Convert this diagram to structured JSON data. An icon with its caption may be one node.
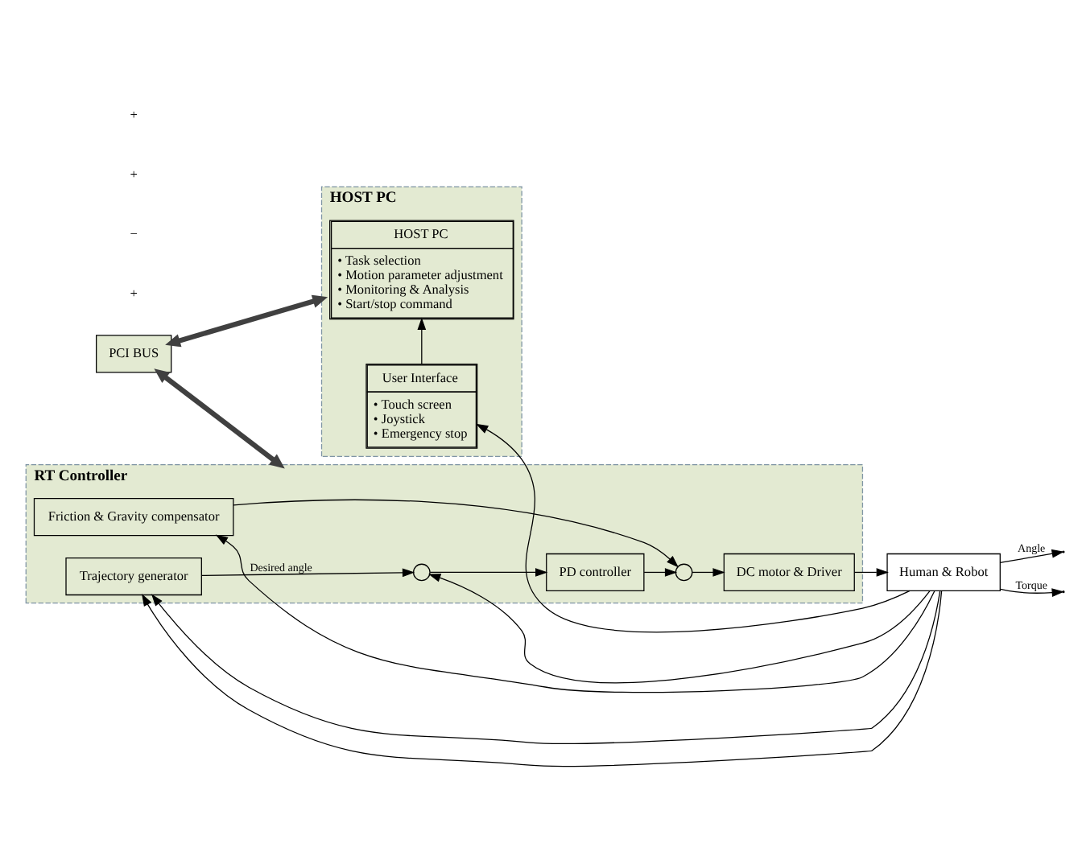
{
  "diagram": {
    "nodes": [
      {
        "text": [
          "PCI BUS"
        ]
      },
      {
        "text": [
          "HOST PC"
        ]
      },
      {
        "text": [
          "HOST PC",
          "• Task selection",
          "• Motion parameter adjustment",
          "• Monitoring & Analysis",
          "• Start/stop command"
        ],
        "in": 1
      },
      {
        "text": [
          "User Interface",
          "• Touch screen",
          "• Joystick",
          "• Emergency stop"
        ],
        "in": 1
      },
      {
        "text": [
          "RT Controller"
        ]
      },
      {
        "text": [],
        "shape": "circle",
        "in": 4
      },
      {
        "text": [
          "PD controller"
        ],
        "in": 4
      },
      {
        "text": [],
        "shape": "circle",
        "in": 4
      },
      {
        "text": [
          "DC motor & Driver"
        ],
        "in": 4
      },
      {
        "text": [
          "Friction & Gravity compensator"
        ],
        "in": 4
      },
      {
        "text": [
          "Trajectory generator"
        ],
        "in": 4
      },
      {
        "text": [
          "Human & Robot"
        ]
      }
    ],
    "edges": [
      {
        "from": 0,
        "to": 1,
        "arrow": "both",
        "style": "thick",
        "color": "#404040"
      },
      {
        "from": 0,
        "to": 4,
        "arrow": "both",
        "style": "thick",
        "color": "#404040"
      },
      {
        "from": 3,
        "to": 2,
        "arrow": "to"
      },
      {
        "from": 11,
        "to": 3,
        "arrow": "to"
      },
      {
        "from": 10,
        "to": 5,
        "arrow": "to",
        "label": "Desired angle"
      },
      {
        "from": 5,
        "to": 6,
        "arrow": "to"
      },
      {
        "from": 6,
        "to": 7,
        "arrow": "to"
      },
      {
        "from": 9,
        "to": 7,
        "arrow": "to"
      },
      {
        "from": 7,
        "to": 8,
        "arrow": "to"
      },
      {
        "from": 8,
        "to": 11,
        "arrow": "to"
      },
      {
        "from": 11,
        "to": null,
        "arrow": "to",
        "label": "Angle"
      },
      {
        "from": 11,
        "to": null,
        "arrow": "to",
        "label": "Torque"
      },
      {
        "from": 11,
        "to": 9,
        "arrow": "to"
      },
      {
        "from": 11,
        "to": 5,
        "arrow": "to"
      },
      {
        "from": 11,
        "to": 10,
        "arrow": "to"
      },
      {
        "from": 11,
        "to": 10,
        "arrow": "to"
      }
    ],
    "labels": [
      "+",
      "−",
      "+",
      "+"
    ]
  }
}
